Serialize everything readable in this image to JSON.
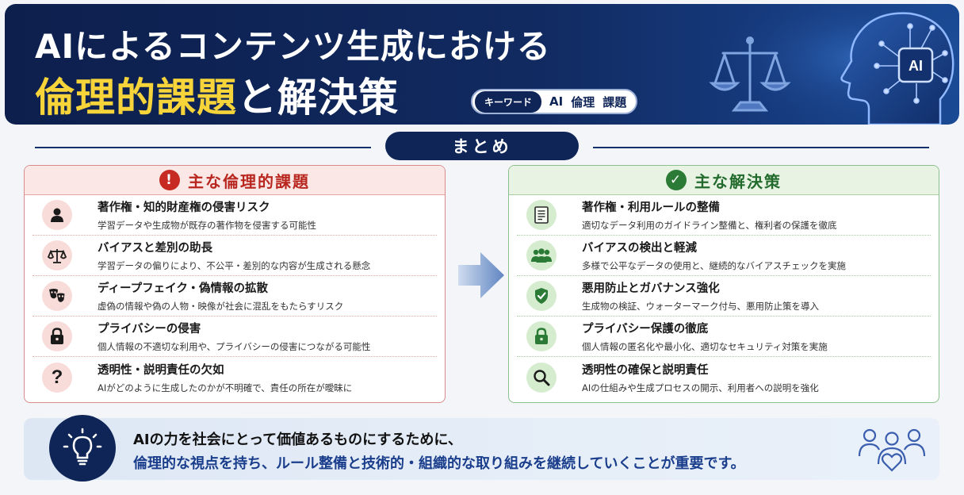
{
  "header": {
    "title_line1": "AIによるコンテンツ生成における",
    "title_line2_highlight": "倫理的課題",
    "title_line2_rest": "と解決策",
    "keyword_label": "キーワード",
    "keywords": [
      "AI",
      "倫理",
      "課題"
    ],
    "art_chip_label": "AI"
  },
  "summary_label": "まとめ",
  "issues": {
    "heading": "主な倫理的課題",
    "heading_icon": "!",
    "items": [
      {
        "title": "著作権・知的財産権の侵害リスク",
        "desc": "学習データや生成物が既存の著作物を侵害する可能性",
        "icon": "person-icon"
      },
      {
        "title": "バイアスと差別の助長",
        "desc": "学習データの偏りにより、不公平・差別的な内容が生成される懸念",
        "icon": "scales-icon"
      },
      {
        "title": "ディープフェイク・偽情報の拡散",
        "desc": "虚偽の情報や偽の人物・映像が社会に混乱をもたらすリスク",
        "icon": "masks-icon"
      },
      {
        "title": "プライバシーの侵害",
        "desc": "個人情報の不適切な利用や、プライバシーの侵害につながる可能性",
        "icon": "lock-icon"
      },
      {
        "title": "透明性・説明責任の欠如",
        "desc": "AIがどのように生成したのかが不明確で、責任の所在が曖昧に",
        "icon": "question-icon"
      }
    ]
  },
  "solutions": {
    "heading": "主な解決策",
    "heading_icon": "✓",
    "items": [
      {
        "title": "著作権・利用ルールの整備",
        "desc": "適切なデータ利用のガイドライン整備と、権利者の保護を徹底",
        "icon": "document-icon"
      },
      {
        "title": "バイアスの検出と軽減",
        "desc": "多様で公平なデータの使用と、継続的なバイアスチェックを実施",
        "icon": "group-icon"
      },
      {
        "title": "悪用防止とガバナンス強化",
        "desc": "生成物の検証、ウォーターマーク付与、悪用防止策を導入",
        "icon": "shield-icon"
      },
      {
        "title": "プライバシー保護の徹底",
        "desc": "個人情報の匿名化や最小化、適切なセキュリティ対策を実施",
        "icon": "lock-icon"
      },
      {
        "title": "透明性の確保と説明責任",
        "desc": "AIの仕組みや生成プロセスの開示、利用者への説明を強化",
        "icon": "magnifier-icon"
      }
    ]
  },
  "banner": {
    "line1": "AIの力を社会にとって価値あるものにするために、",
    "line2": "倫理的な視点を持ち、ルール整備と技術的・組織的な取り組みを継続していくことが重要です。"
  },
  "colors": {
    "navy": "#0f2557",
    "highlight_yellow": "#f6d43a",
    "issue_red": "#c62a22",
    "solution_green": "#2b7a35"
  }
}
